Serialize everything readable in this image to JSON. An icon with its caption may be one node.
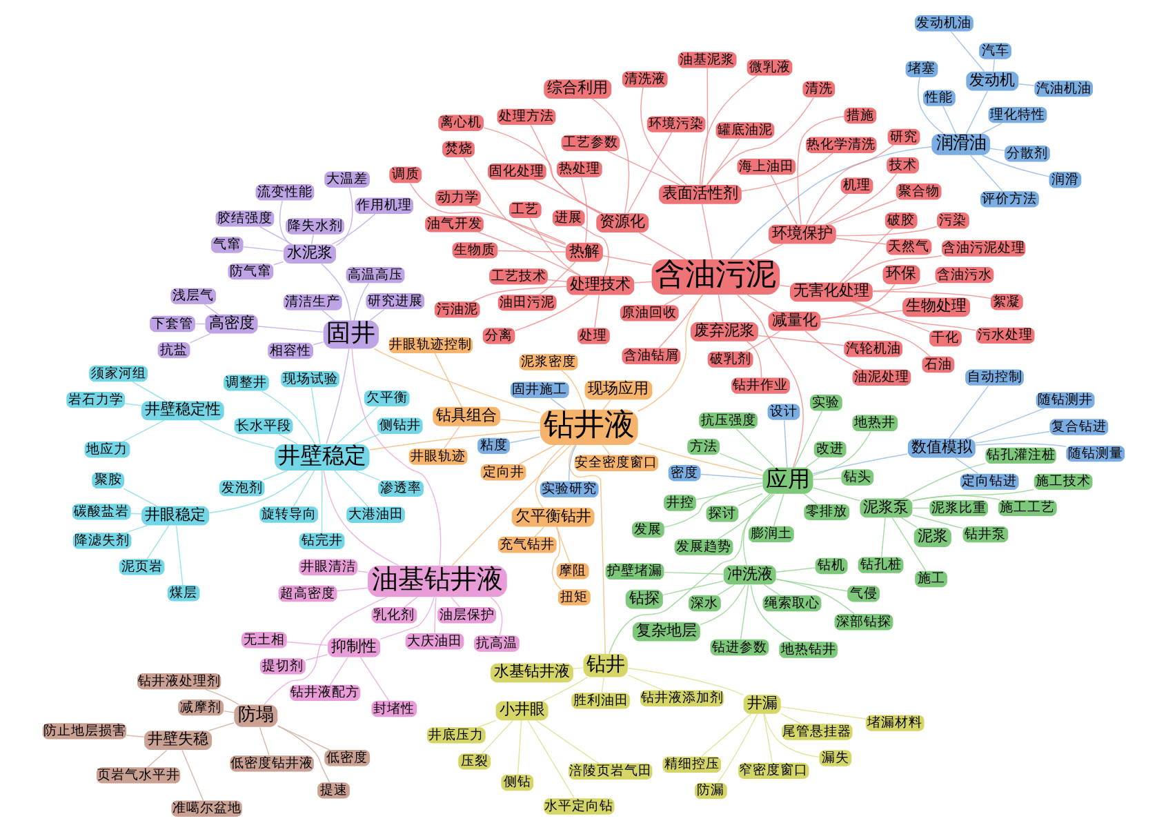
{
  "diagram": {
    "nodes": [
      {
        "text": [
          "含油污泥"
        ]
      },
      {
        "text": [
          "钻井液"
        ]
      },
      {
        "text": [
          "油基钻井液"
        ]
      },
      {
        "text": [
          "固井"
        ]
      },
      {
        "text": [
          "井壁稳定"
        ]
      },
      {
        "text": [
          "应用"
        ]
      },
      {
        "text": [
          "钻井"
        ]
      },
      {
        "text": [
          "防塌"
        ]
      },
      {
        "text": [
          "润滑油"
        ]
      },
      {
        "text": [
          "含油钻屑"
        ]
      },
      {
        "text": [
          "原油回收"
        ]
      },
      {
        "text": [
          "生物质"
        ]
      },
      {
        "text": [
          "钻井作业"
        ]
      },
      {
        "text": [
          "汽轮机油"
        ]
      },
      {
        "text": [
          "微乳液"
        ]
      },
      {
        "text": [
          "表面活性剂"
        ]
      },
      {
        "text": [
          "热化学清洗"
        ]
      },
      {
        "text": [
          "调质"
        ]
      },
      {
        "text": [
          "动力学"
        ]
      },
      {
        "text": [
          "工艺参数"
        ]
      },
      {
        "text": [
          "罐底油泥"
        ]
      },
      {
        "text": [
          "热解"
        ]
      },
      {
        "text": [
          "清洗"
        ]
      },
      {
        "text": [
          "热处理"
        ]
      },
      {
        "text": [
          "焚烧"
        ]
      },
      {
        "text": [
          "油泥处理"
        ]
      },
      {
        "text": [
          "生物处理"
        ]
      },
      {
        "text": [
          "含油污水"
        ]
      },
      {
        "text": [
          "干化"
        ]
      },
      {
        "text": [
          "无害化处理"
        ]
      },
      {
        "text": [
          "含油污泥处理"
        ]
      },
      {
        "text": [
          "减量化"
        ]
      },
      {
        "text": [
          "破乳剂"
        ]
      },
      {
        "text": [
          "环保"
        ]
      },
      {
        "text": [
          "综合利用"
        ]
      },
      {
        "text": [
          "污水处理"
        ]
      },
      {
        "text": [
          "絮凝"
        ]
      },
      {
        "text": [
          "破胶"
        ]
      },
      {
        "text": [
          "处理技术"
        ]
      },
      {
        "text": [
          "资源化"
        ]
      },
      {
        "text": [
          "处理方法"
        ]
      },
      {
        "text": [
          "离心机"
        ]
      },
      {
        "text": [
          "固化处理"
        ]
      },
      {
        "text": [
          "环境污染"
        ]
      },
      {
        "text": [
          "废弃泥浆"
        ]
      },
      {
        "text": [
          "油田污泥"
        ]
      },
      {
        "text": [
          "环境保护"
        ]
      },
      {
        "text": [
          "天然气"
        ]
      },
      {
        "text": [
          "聚合物"
        ]
      },
      {
        "text": [
          "污染"
        ]
      },
      {
        "text": [
          "机理"
        ]
      },
      {
        "text": [
          "技术"
        ]
      },
      {
        "text": [
          "研究"
        ]
      },
      {
        "text": [
          "工艺技术"
        ]
      },
      {
        "text": [
          "工艺"
        ]
      },
      {
        "text": [
          "处理"
        ]
      },
      {
        "text": [
          "分离"
        ]
      },
      {
        "text": [
          "油气开发"
        ]
      },
      {
        "text": [
          "进展"
        ]
      },
      {
        "text": [
          "海上油田"
        ]
      },
      {
        "text": [
          "清洗液"
        ]
      },
      {
        "text": [
          "油基泥浆"
        ]
      },
      {
        "text": [
          "现场应用"
        ]
      },
      {
        "text": [
          "定向井"
        ]
      },
      {
        "text": [
          "安全密度窗口"
        ]
      },
      {
        "text": [
          "泥浆密度"
        ]
      },
      {
        "text": [
          "欠平衡钻井"
        ]
      },
      {
        "text": [
          "摩阻"
        ]
      },
      {
        "text": [
          "扭矩"
        ]
      },
      {
        "text": [
          "充气钻井"
        ]
      },
      {
        "text": [
          "钻具组合"
        ]
      },
      {
        "text": [
          "井眼轨迹"
        ]
      },
      {
        "text": [
          "井眼轨迹控制"
        ]
      },
      {
        "text": [
          "无土相"
        ]
      },
      {
        "text": [
          "提切剂"
        ]
      },
      {
        "text": [
          "钻井液配方"
        ]
      },
      {
        "text": [
          "封堵性"
        ]
      },
      {
        "text": [
          "乳化剂"
        ]
      },
      {
        "text": [
          "抑制性"
        ]
      },
      {
        "text": [
          "抗高温"
        ]
      },
      {
        "text": [
          "井眼清洁"
        ]
      },
      {
        "text": [
          "超高密度"
        ]
      },
      {
        "text": [
          "油层保护"
        ]
      },
      {
        "text": [
          "大庆油田"
        ]
      },
      {
        "text": [
          "水泥浆"
        ]
      },
      {
        "text": [
          "流变性能"
        ]
      },
      {
        "text": [
          "作用机理"
        ]
      },
      {
        "text": [
          "胶结强度"
        ]
      },
      {
        "text": [
          "降失水剂"
        ]
      },
      {
        "text": [
          "抗盐"
        ]
      },
      {
        "text": [
          "高密度"
        ]
      },
      {
        "text": [
          "下套管"
        ]
      },
      {
        "text": [
          "浅层气"
        ]
      },
      {
        "text": [
          "大温差"
        ]
      },
      {
        "text": [
          "气窜"
        ]
      },
      {
        "text": [
          "防气窜"
        ]
      },
      {
        "text": [
          "高温高压"
        ]
      },
      {
        "text": [
          "相容性"
        ]
      },
      {
        "text": [
          "研究进展"
        ]
      },
      {
        "text": [
          "清洁生产"
        ]
      },
      {
        "text": [
          "聚胺"
        ]
      },
      {
        "text": [
          "井眼稳定"
        ]
      },
      {
        "text": [
          "泥页岩"
        ]
      },
      {
        "text": [
          "煤层"
        ]
      },
      {
        "text": [
          "调整井"
        ]
      },
      {
        "text": [
          "碳酸盐岩"
        ]
      },
      {
        "text": [
          "井壁稳定性"
        ]
      },
      {
        "text": [
          "侧钻井"
        ]
      },
      {
        "text": [
          "须家河组"
        ]
      },
      {
        "text": [
          "岩石力学"
        ]
      },
      {
        "text": [
          "地应力"
        ]
      },
      {
        "text": [
          "欠平衡"
        ]
      },
      {
        "text": [
          "长水平段"
        ]
      },
      {
        "text": [
          "旋转导向"
        ]
      },
      {
        "text": [
          "发泡剂"
        ]
      },
      {
        "text": [
          "降滤失剂"
        ]
      },
      {
        "text": [
          "现场试验"
        ]
      },
      {
        "text": [
          "页岩气水平井"
        ]
      },
      {
        "text": [
          "准噶尔盆地"
        ]
      },
      {
        "text": [
          "井壁失稳"
        ]
      },
      {
        "text": [
          "防止地层损害"
        ]
      },
      {
        "text": [
          "减摩剂"
        ]
      },
      {
        "text": [
          "低密度钻井液"
        ]
      },
      {
        "text": [
          "提速"
        ]
      },
      {
        "text": [
          "低密度"
        ]
      },
      {
        "text": [
          "钻井液处理剂"
        ]
      },
      {
        "text": [
          "尾管悬挂器"
        ]
      },
      {
        "text": [
          "防漏"
        ]
      },
      {
        "text": [
          "堵漏材料"
        ]
      },
      {
        "text": [
          "水基钻井液"
        ]
      },
      {
        "text": [
          "钻井液添加剂"
        ]
      },
      {
        "text": [
          "胜利油田"
        ]
      },
      {
        "text": [
          "小井眼"
        ]
      },
      {
        "text": [
          "漏失"
        ]
      },
      {
        "text": [
          "井漏"
        ]
      },
      {
        "text": [
          "精细控压"
        ]
      },
      {
        "text": [
          "侧钻"
        ]
      },
      {
        "text": [
          "水平定向钻"
        ]
      },
      {
        "text": [
          "井底压力"
        ]
      },
      {
        "text": [
          "窄密度窗口"
        ]
      },
      {
        "text": [
          "涪陵页岩气田"
        ]
      },
      {
        "text": [
          "压裂"
        ]
      },
      {
        "text": [
          "泥浆泵"
        ]
      },
      {
        "text": [
          "泥浆"
        ]
      },
      {
        "text": [
          "冲洗液"
        ]
      },
      {
        "text": [
          "复杂地层"
        ]
      },
      {
        "text": [
          "钻探"
        ]
      },
      {
        "text": [
          "井控"
        ]
      },
      {
        "text": [
          "抗压强度"
        ]
      },
      {
        "text": [
          "地热井"
        ]
      },
      {
        "text": [
          "施工工艺"
        ]
      },
      {
        "text": [
          "膨润土"
        ]
      },
      {
        "text": [
          "探讨"
        ]
      },
      {
        "text": [
          "发展趋势"
        ]
      },
      {
        "text": [
          "零排放"
        ]
      },
      {
        "text": [
          "钻井泵"
        ]
      },
      {
        "text": [
          "施工技术"
        ]
      },
      {
        "text": [
          "钻孔灌注桩"
        ]
      },
      {
        "text": [
          "地热钻井"
        ]
      },
      {
        "text": [
          "施工"
        ]
      },
      {
        "text": [
          "泥浆比重"
        ]
      },
      {
        "text": [
          "钻进参数"
        ]
      },
      {
        "text": [
          "钻机"
        ]
      },
      {
        "text": [
          "钻孔桩"
        ]
      },
      {
        "text": [
          "深水"
        ]
      },
      {
        "text": [
          "绳索取心"
        ]
      },
      {
        "text": [
          "深部钻探"
        ]
      },
      {
        "text": [
          "气侵"
        ]
      },
      {
        "text": [
          "护壁堵漏"
        ]
      },
      {
        "text": [
          "方法"
        ]
      },
      {
        "text": [
          "改进"
        ]
      },
      {
        "text": [
          "汽油机油"
        ]
      },
      {
        "text": [
          "发动机油"
        ]
      },
      {
        "text": [
          "发动机"
        ]
      },
      {
        "text": [
          "分散剂"
        ]
      },
      {
        "text": [
          "性能"
        ]
      },
      {
        "text": [
          "评价方法"
        ]
      },
      {
        "text": [
          "汽车"
        ]
      },
      {
        "text": [
          "理化特性"
        ]
      },
      {
        "text": [
          "数值模拟"
        ]
      },
      {
        "text": [
          "随钻测井"
        ]
      },
      {
        "text": [
          "随钻测量"
        ]
      },
      {
        "text": [
          "自动控制"
        ]
      },
      {
        "text": [
          "定向钻进"
        ]
      },
      {
        "text": [
          "复合钻进"
        ]
      },
      {
        "text": [
          "实验研究"
        ]
      },
      {
        "text": [
          "固井施工"
        ]
      },
      {
        "text": [
          "设计"
        ]
      },
      {
        "text": [
          "密度"
        ]
      },
      {
        "text": [
          "钻完井"
        ]
      },
      {
        "text": [
          "大港油田"
        ]
      },
      {
        "text": [
          "渗透率"
        ]
      },
      {
        "text": [
          "钻头"
        ]
      },
      {
        "text": [
          "堵塞"
        ]
      },
      {
        "text": [
          "润滑"
        ]
      },
      {
        "text": [
          "污油泥"
        ]
      },
      {
        "text": [
          "措施"
        ]
      },
      {
        "text": [
          "发展"
        ]
      },
      {
        "text": [
          "石油"
        ]
      },
      {
        "text": [
          "粘度"
        ]
      },
      {
        "text": [
          "实验"
        ]
      }
    ],
    "edges": [
      {
        "from": 1,
        "to": 0,
        "arrow": "none",
        "color": "#f5b97a"
      },
      {
        "from": 1,
        "to": 2,
        "arrow": "none",
        "color": "#f5b97a"
      },
      {
        "from": 1,
        "to": 3,
        "arrow": "none",
        "color": "#f5b97a"
      },
      {
        "from": 1,
        "to": 4,
        "arrow": "none",
        "color": "#f5b97a"
      },
      {
        "from": 1,
        "to": 5,
        "arrow": "none",
        "color": "#f5b97a"
      },
      {
        "from": 1,
        "to": 6,
        "arrow": "none",
        "color": "#f5b97a"
      },
      {
        "from": 2,
        "to": 3,
        "arrow": "none",
        "color": "#e9a6dc"
      },
      {
        "from": 2,
        "to": 4,
        "arrow": "none",
        "color": "#e9a6dc"
      },
      {
        "from": 2,
        "to": 7,
        "arrow": "none",
        "color": "#e9a6dc"
      },
      {
        "from": 3,
        "to": 4,
        "arrow": "none",
        "color": "#c2a8e8"
      },
      {
        "from": 5,
        "to": 6,
        "arrow": "none",
        "color": "#93d38f"
      },
      {
        "from": 0,
        "to": 5,
        "arrow": "none"
      },
      {
        "from": 8,
        "to": 0,
        "arrow": "none",
        "color": "#8fb8e6"
      },
      {
        "from": 0,
        "to": 39,
        "arrow": "none"
      },
      {
        "from": 0,
        "to": 38,
        "arrow": "none"
      },
      {
        "from": 0,
        "to": 29,
        "arrow": "none"
      },
      {
        "from": 0,
        "to": 21,
        "arrow": "none"
      },
      {
        "from": 0,
        "to": 15,
        "arrow": "none"
      },
      {
        "from": 0,
        "to": 31,
        "arrow": "none"
      },
      {
        "from": 0,
        "to": 46,
        "arrow": "none"
      },
      {
        "from": 0,
        "to": 44,
        "arrow": "none"
      },
      {
        "from": 0,
        "to": 9,
        "arrow": "none"
      },
      {
        "from": 0,
        "to": 10,
        "arrow": "none"
      },
      {
        "from": 39,
        "to": 34,
        "arrow": "none"
      },
      {
        "from": 39,
        "to": 41,
        "arrow": "none"
      },
      {
        "from": 39,
        "to": 43,
        "arrow": "none"
      },
      {
        "from": 39,
        "to": 40,
        "arrow": "none"
      },
      {
        "from": 39,
        "to": 42,
        "arrow": "none"
      },
      {
        "from": 38,
        "to": 55,
        "arrow": "none"
      },
      {
        "from": 38,
        "to": 54,
        "arrow": "none"
      },
      {
        "from": 38,
        "to": 56,
        "arrow": "none"
      },
      {
        "from": 38,
        "to": 57,
        "arrow": "none"
      },
      {
        "from": 38,
        "to": 58,
        "arrow": "none"
      },
      {
        "from": 38,
        "to": 53,
        "arrow": "none"
      },
      {
        "from": 29,
        "to": 30,
        "arrow": "none"
      },
      {
        "from": 29,
        "to": 35,
        "arrow": "none"
      },
      {
        "from": 29,
        "to": 36,
        "arrow": "none"
      },
      {
        "from": 29,
        "to": 37,
        "arrow": "none"
      },
      {
        "from": 29,
        "to": 27,
        "arrow": "none"
      },
      {
        "from": 29,
        "to": 28,
        "arrow": "none"
      },
      {
        "from": 21,
        "to": 23,
        "arrow": "none"
      },
      {
        "from": 21,
        "to": 24,
        "arrow": "none"
      },
      {
        "from": 21,
        "to": 18,
        "arrow": "none"
      },
      {
        "from": 21,
        "to": 17,
        "arrow": "none"
      },
      {
        "from": 21,
        "to": 11,
        "arrow": "none"
      },
      {
        "from": 21,
        "to": 45,
        "arrow": "none"
      },
      {
        "from": 15,
        "to": 14,
        "arrow": "none"
      },
      {
        "from": 15,
        "to": 16,
        "arrow": "none"
      },
      {
        "from": 15,
        "to": 19,
        "arrow": "none"
      },
      {
        "from": 15,
        "to": 22,
        "arrow": "none"
      },
      {
        "from": 15,
        "to": 20,
        "arrow": "none"
      },
      {
        "from": 15,
        "to": 60,
        "arrow": "none"
      },
      {
        "from": 15,
        "to": 61,
        "arrow": "none"
      },
      {
        "from": 31,
        "to": 25,
        "arrow": "none"
      },
      {
        "from": 31,
        "to": 26,
        "arrow": "none"
      },
      {
        "from": 31,
        "to": 33,
        "arrow": "none"
      },
      {
        "from": 31,
        "to": 32,
        "arrow": "none"
      },
      {
        "from": 46,
        "to": 47,
        "arrow": "none"
      },
      {
        "from": 46,
        "to": 48,
        "arrow": "none"
      },
      {
        "from": 46,
        "to": 49,
        "arrow": "none"
      },
      {
        "from": 46,
        "to": 50,
        "arrow": "none"
      },
      {
        "from": 46,
        "to": 51,
        "arrow": "none"
      },
      {
        "from": 46,
        "to": 52,
        "arrow": "none"
      },
      {
        "from": 46,
        "to": 59,
        "arrow": "none"
      },
      {
        "from": 44,
        "to": 12,
        "arrow": "none"
      },
      {
        "from": 44,
        "to": 13,
        "arrow": "none"
      },
      {
        "from": 1,
        "to": 62,
        "arrow": "none",
        "color": "#f5b97a"
      },
      {
        "from": 1,
        "to": 63,
        "arrow": "none",
        "color": "#f5b97a"
      },
      {
        "from": 1,
        "to": 64,
        "arrow": "none",
        "color": "#f5b97a"
      },
      {
        "from": 1,
        "to": 65,
        "arrow": "none",
        "color": "#f5b97a"
      },
      {
        "from": 1,
        "to": 66,
        "arrow": "none",
        "color": "#f5b97a"
      },
      {
        "from": 1,
        "to": 70,
        "arrow": "none",
        "color": "#f5b97a"
      },
      {
        "from": 66,
        "to": 67,
        "arrow": "none",
        "color": "#f5b97a"
      },
      {
        "from": 66,
        "to": 68,
        "arrow": "none",
        "color": "#f5b97a"
      },
      {
        "from": 66,
        "to": 69,
        "arrow": "none",
        "color": "#f5b97a"
      },
      {
        "from": 70,
        "to": 71,
        "arrow": "none",
        "color": "#f5b97a"
      },
      {
        "from": 70,
        "to": 72,
        "arrow": "none",
        "color": "#f5b97a"
      },
      {
        "from": 2,
        "to": 78,
        "arrow": "none",
        "color": "#e9a6dc"
      },
      {
        "from": 78,
        "to": 73,
        "arrow": "none",
        "color": "#e9a6dc"
      },
      {
        "from": 78,
        "to": 74,
        "arrow": "none",
        "color": "#e9a6dc"
      },
      {
        "from": 78,
        "to": 75,
        "arrow": "none",
        "color": "#e9a6dc"
      },
      {
        "from": 78,
        "to": 76,
        "arrow": "none",
        "color": "#e9a6dc"
      },
      {
        "from": 2,
        "to": 77,
        "arrow": "none",
        "color": "#e9a6dc"
      },
      {
        "from": 2,
        "to": 79,
        "arrow": "none",
        "color": "#e9a6dc"
      },
      {
        "from": 2,
        "to": 80,
        "arrow": "none",
        "color": "#e9a6dc"
      },
      {
        "from": 2,
        "to": 81,
        "arrow": "none",
        "color": "#e9a6dc"
      },
      {
        "from": 2,
        "to": 82,
        "arrow": "none",
        "color": "#e9a6dc"
      },
      {
        "from": 2,
        "to": 83,
        "arrow": "none",
        "color": "#e9a6dc"
      },
      {
        "from": 3,
        "to": 84,
        "arrow": "none",
        "color": "#c2a8e8"
      },
      {
        "from": 84,
        "to": 85,
        "arrow": "none",
        "color": "#c2a8e8"
      },
      {
        "from": 84,
        "to": 86,
        "arrow": "none",
        "color": "#c2a8e8"
      },
      {
        "from": 84,
        "to": 87,
        "arrow": "none",
        "color": "#c2a8e8"
      },
      {
        "from": 84,
        "to": 88,
        "arrow": "none",
        "color": "#c2a8e8"
      },
      {
        "from": 84,
        "to": 93,
        "arrow": "none",
        "color": "#c2a8e8"
      },
      {
        "from": 84,
        "to": 94,
        "arrow": "none",
        "color": "#c2a8e8"
      },
      {
        "from": 84,
        "to": 95,
        "arrow": "none",
        "color": "#c2a8e8"
      },
      {
        "from": 3,
        "to": 90,
        "arrow": "none",
        "color": "#c2a8e8"
      },
      {
        "from": 90,
        "to": 89,
        "arrow": "none",
        "color": "#c2a8e8"
      },
      {
        "from": 90,
        "to": 91,
        "arrow": "none",
        "color": "#c2a8e8"
      },
      {
        "from": 90,
        "to": 92,
        "arrow": "none",
        "color": "#c2a8e8"
      },
      {
        "from": 3,
        "to": 96,
        "arrow": "none",
        "color": "#c2a8e8"
      },
      {
        "from": 3,
        "to": 97,
        "arrow": "none",
        "color": "#c2a8e8"
      },
      {
        "from": 3,
        "to": 98,
        "arrow": "none",
        "color": "#c2a8e8"
      },
      {
        "from": 3,
        "to": 99,
        "arrow": "none",
        "color": "#c2a8e8"
      },
      {
        "from": 4,
        "to": 101,
        "arrow": "none",
        "color": "#86dbe8"
      },
      {
        "from": 101,
        "to": 100,
        "arrow": "none",
        "color": "#86dbe8"
      },
      {
        "from": 101,
        "to": 102,
        "arrow": "none",
        "color": "#86dbe8"
      },
      {
        "from": 101,
        "to": 103,
        "arrow": "none",
        "color": "#86dbe8"
      },
      {
        "from": 101,
        "to": 105,
        "arrow": "none",
        "color": "#86dbe8"
      },
      {
        "from": 101,
        "to": 115,
        "arrow": "none",
        "color": "#86dbe8"
      },
      {
        "from": 4,
        "to": 106,
        "arrow": "none",
        "color": "#86dbe8"
      },
      {
        "from": 106,
        "to": 108,
        "arrow": "none",
        "color": "#86dbe8"
      },
      {
        "from": 106,
        "to": 109,
        "arrow": "none",
        "color": "#86dbe8"
      },
      {
        "from": 106,
        "to": 110,
        "arrow": "none",
        "color": "#86dbe8"
      },
      {
        "from": 4,
        "to": 104,
        "arrow": "none",
        "color": "#86dbe8"
      },
      {
        "from": 4,
        "to": 107,
        "arrow": "none",
        "color": "#86dbe8"
      },
      {
        "from": 4,
        "to": 111,
        "arrow": "none",
        "color": "#86dbe8"
      },
      {
        "from": 4,
        "to": 112,
        "arrow": "none",
        "color": "#86dbe8"
      },
      {
        "from": 4,
        "to": 113,
        "arrow": "none",
        "color": "#86dbe8"
      },
      {
        "from": 4,
        "to": 114,
        "arrow": "none",
        "color": "#86dbe8"
      },
      {
        "from": 4,
        "to": 116,
        "arrow": "none",
        "color": "#86dbe8"
      },
      {
        "from": 4,
        "to": 189,
        "arrow": "none",
        "color": "#86dbe8"
      },
      {
        "from": 4,
        "to": 190,
        "arrow": "none",
        "color": "#86dbe8"
      },
      {
        "from": 4,
        "to": 191,
        "arrow": "none",
        "color": "#86dbe8"
      },
      {
        "from": 7,
        "to": 119,
        "arrow": "none",
        "color": "#d0a898"
      },
      {
        "from": 119,
        "to": 117,
        "arrow": "none",
        "color": "#d0a898"
      },
      {
        "from": 119,
        "to": 118,
        "arrow": "none",
        "color": "#d0a898"
      },
      {
        "from": 119,
        "to": 120,
        "arrow": "none",
        "color": "#d0a898"
      },
      {
        "from": 7,
        "to": 121,
        "arrow": "none",
        "color": "#d0a898"
      },
      {
        "from": 7,
        "to": 122,
        "arrow": "none",
        "color": "#d0a898"
      },
      {
        "from": 7,
        "to": 123,
        "arrow": "none",
        "color": "#d0a898"
      },
      {
        "from": 7,
        "to": 124,
        "arrow": "none",
        "color": "#d0a898"
      },
      {
        "from": 7,
        "to": 125,
        "arrow": "none",
        "color": "#d0a898"
      },
      {
        "from": 6,
        "to": 134,
        "arrow": "none",
        "color": "#dede8a"
      },
      {
        "from": 134,
        "to": 126,
        "arrow": "none",
        "color": "#dede8a"
      },
      {
        "from": 134,
        "to": 127,
        "arrow": "none",
        "color": "#dede8a"
      },
      {
        "from": 134,
        "to": 128,
        "arrow": "none",
        "color": "#dede8a"
      },
      {
        "from": 134,
        "to": 133,
        "arrow": "none",
        "color": "#dede8a"
      },
      {
        "from": 134,
        "to": 135,
        "arrow": "none",
        "color": "#dede8a"
      },
      {
        "from": 134,
        "to": 139,
        "arrow": "none",
        "color": "#dede8a"
      },
      {
        "from": 6,
        "to": 132,
        "arrow": "none",
        "color": "#dede8a"
      },
      {
        "from": 132,
        "to": 136,
        "arrow": "none",
        "color": "#dede8a"
      },
      {
        "from": 132,
        "to": 137,
        "arrow": "none",
        "color": "#dede8a"
      },
      {
        "from": 132,
        "to": 138,
        "arrow": "none",
        "color": "#dede8a"
      },
      {
        "from": 132,
        "to": 140,
        "arrow": "none",
        "color": "#dede8a"
      },
      {
        "from": 132,
        "to": 141,
        "arrow": "none",
        "color": "#dede8a"
      },
      {
        "from": 6,
        "to": 129,
        "arrow": "none",
        "color": "#dede8a"
      },
      {
        "from": 6,
        "to": 130,
        "arrow": "none",
        "color": "#dede8a"
      },
      {
        "from": 6,
        "to": 131,
        "arrow": "none",
        "color": "#dede8a"
      },
      {
        "from": 5,
        "to": 142,
        "arrow": "none",
        "color": "#93d38f"
      },
      {
        "from": 142,
        "to": 143,
        "arrow": "none",
        "color": "#93d38f"
      },
      {
        "from": 142,
        "to": 150,
        "arrow": "none",
        "color": "#93d38f"
      },
      {
        "from": 142,
        "to": 155,
        "arrow": "none",
        "color": "#93d38f"
      },
      {
        "from": 142,
        "to": 156,
        "arrow": "none",
        "color": "#93d38f"
      },
      {
        "from": 142,
        "to": 157,
        "arrow": "none",
        "color": "#93d38f"
      },
      {
        "from": 142,
        "to": 159,
        "arrow": "none",
        "color": "#93d38f"
      },
      {
        "from": 142,
        "to": 160,
        "arrow": "none",
        "color": "#93d38f"
      },
      {
        "from": 142,
        "to": 163,
        "arrow": "none",
        "color": "#93d38f"
      },
      {
        "from": 5,
        "to": 144,
        "arrow": "none",
        "color": "#93d38f"
      },
      {
        "from": 144,
        "to": 145,
        "arrow": "none",
        "color": "#93d38f"
      },
      {
        "from": 144,
        "to": 146,
        "arrow": "none",
        "color": "#93d38f"
      },
      {
        "from": 144,
        "to": 158,
        "arrow": "none",
        "color": "#93d38f"
      },
      {
        "from": 144,
        "to": 161,
        "arrow": "none",
        "color": "#93d38f"
      },
      {
        "from": 144,
        "to": 162,
        "arrow": "none",
        "color": "#93d38f"
      },
      {
        "from": 144,
        "to": 164,
        "arrow": "none",
        "color": "#93d38f"
      },
      {
        "from": 144,
        "to": 165,
        "arrow": "none",
        "color": "#93d38f"
      },
      {
        "from": 144,
        "to": 166,
        "arrow": "none",
        "color": "#93d38f"
      },
      {
        "from": 144,
        "to": 167,
        "arrow": "none",
        "color": "#93d38f"
      },
      {
        "from": 144,
        "to": 168,
        "arrow": "none",
        "color": "#93d38f"
      },
      {
        "from": 5,
        "to": 147,
        "arrow": "none",
        "color": "#93d38f"
      },
      {
        "from": 5,
        "to": 148,
        "arrow": "none",
        "color": "#93d38f"
      },
      {
        "from": 5,
        "to": 149,
        "arrow": "none",
        "color": "#93d38f"
      },
      {
        "from": 5,
        "to": 151,
        "arrow": "none",
        "color": "#93d38f"
      },
      {
        "from": 5,
        "to": 152,
        "arrow": "none",
        "color": "#93d38f"
      },
      {
        "from": 5,
        "to": 153,
        "arrow": "none",
        "color": "#93d38f"
      },
      {
        "from": 5,
        "to": 154,
        "arrow": "none",
        "color": "#93d38f"
      },
      {
        "from": 5,
        "to": 169,
        "arrow": "none",
        "color": "#93d38f"
      },
      {
        "from": 5,
        "to": 170,
        "arrow": "none",
        "color": "#93d38f"
      },
      {
        "from": 5,
        "to": 192,
        "arrow": "none",
        "color": "#93d38f"
      },
      {
        "from": 8,
        "to": 173,
        "arrow": "none",
        "color": "#8fb8e6"
      },
      {
        "from": 173,
        "to": 171,
        "arrow": "none",
        "color": "#8fb8e6"
      },
      {
        "from": 173,
        "to": 172,
        "arrow": "none",
        "color": "#8fb8e6"
      },
      {
        "from": 173,
        "to": 177,
        "arrow": "none",
        "color": "#8fb8e6"
      },
      {
        "from": 8,
        "to": 174,
        "arrow": "none",
        "color": "#8fb8e6"
      },
      {
        "from": 8,
        "to": 175,
        "arrow": "none",
        "color": "#8fb8e6"
      },
      {
        "from": 8,
        "to": 176,
        "arrow": "none",
        "color": "#8fb8e6"
      },
      {
        "from": 8,
        "to": 178,
        "arrow": "none",
        "color": "#8fb8e6"
      },
      {
        "from": 8,
        "to": 193,
        "arrow": "none",
        "color": "#8fb8e6"
      },
      {
        "from": 8,
        "to": 194,
        "arrow": "none",
        "color": "#8fb8e6"
      },
      {
        "from": 5,
        "to": 179,
        "arrow": "none",
        "color": "#8fb8e6"
      },
      {
        "from": 179,
        "to": 180,
        "arrow": "none",
        "color": "#8fb8e6"
      },
      {
        "from": 179,
        "to": 181,
        "arrow": "none",
        "color": "#8fb8e6"
      },
      {
        "from": 179,
        "to": 182,
        "arrow": "none",
        "color": "#8fb8e6"
      },
      {
        "from": 179,
        "to": 183,
        "arrow": "none",
        "color": "#8fb8e6"
      },
      {
        "from": 179,
        "to": 184,
        "arrow": "none",
        "color": "#8fb8e6"
      },
      {
        "from": 1,
        "to": 185,
        "arrow": "none",
        "color": "#8fb8e6"
      },
      {
        "from": 1,
        "to": 186,
        "arrow": "none",
        "color": "#8fb8e6"
      },
      {
        "from": 5,
        "to": 187,
        "arrow": "none",
        "color": "#8fb8e6"
      },
      {
        "from": 5,
        "to": 188,
        "arrow": "none",
        "color": "#8fb8e6"
      },
      {
        "from": 38,
        "to": 195,
        "arrow": "none"
      },
      {
        "from": 46,
        "to": 196,
        "arrow": "none"
      },
      {
        "from": 5,
        "to": 197,
        "arrow": "none",
        "color": "#93d38f"
      },
      {
        "from": 31,
        "to": 198,
        "arrow": "none"
      },
      {
        "from": 1,
        "to": 199,
        "arrow": "none",
        "color": "#8fb8e6"
      },
      {
        "from": 5,
        "to": 200,
        "arrow": "none",
        "color": "#93d38f"
      }
    ]
  }
}
